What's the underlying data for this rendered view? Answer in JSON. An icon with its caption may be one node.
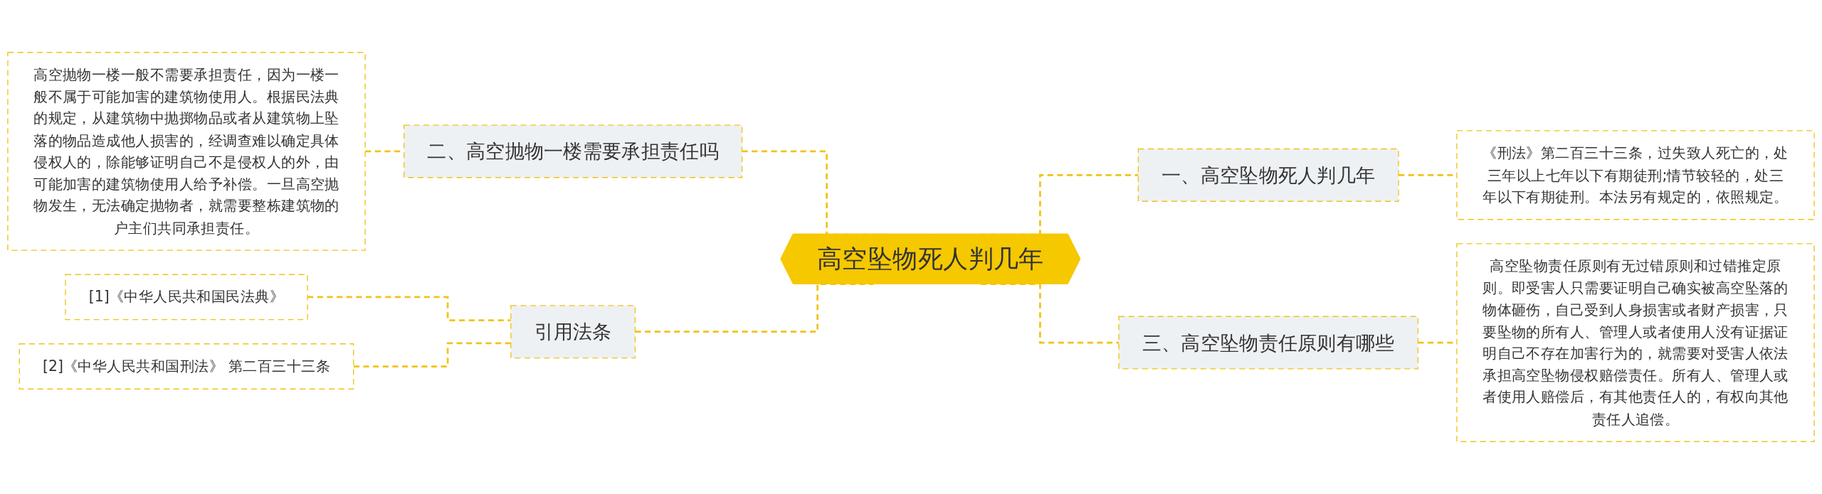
{
  "diagram": {
    "nodes": [
      {
        "text": [
          "高空坠物死人判几年"
        ]
      },
      {
        "text": [
          "二、高空抛物一楼需要承担责任吗"
        ]
      },
      {
        "text": [
          "高空抛物一楼一般不需要承担责任，因为一楼一般不属于可能加害的建筑物使用人。根据民法典的规定，从建筑物中抛掷物品或者从建筑物上坠落的物品造成他人损害的，经调查难以确定具体侵权人的，除能够证明自己不是侵权人的外，由可能加害的建筑物使用人给予补偿。一旦高空抛物发生，无法确定抛物者，就需要整栋建筑物的户主们共同承担责任。"
        ]
      },
      {
        "text": [
          "一、高空坠物死人判几年"
        ]
      },
      {
        "text": [
          "《刑法》第二百三十三条，过失致人死亡的，处三年以上七年以下有期徒刑;情节较轻的，处三年以下有期徒刑。本法另有规定的，依照规定。"
        ]
      },
      {
        "text": [
          "引用法条"
        ]
      },
      {
        "text": [
          "[1]《中华人民共和国民法典》"
        ]
      },
      {
        "text": [
          "[2]《中华人民共和国刑法》 第二百三十三条"
        ]
      },
      {
        "text": [
          "三、高空坠物责任原则有哪些"
        ]
      },
      {
        "text": [
          "高空坠物责任原则有无过错原则和过错推定原则。即受害人只需要证明自己确实被高空坠落的物体砸伤，自己受到人身损害或者财产损害，只要坠物的所有人、管理人或者使用人没有证据证明自己不存在加害行为的，就需要对受害人依法承担高空坠物侵权赔偿责任。所有人、管理人或者使用人赔偿后，有其他责任人的，有权向其他责任人追偿。"
        ]
      }
    ],
    "edges": [
      {
        "from": 0,
        "to": 1,
        "arrow": "none"
      },
      {
        "from": 1,
        "to": 2,
        "arrow": "none"
      },
      {
        "from": 0,
        "to": 3,
        "arrow": "none"
      },
      {
        "from": 3,
        "to": 4,
        "arrow": "none"
      },
      {
        "from": 0,
        "to": 5,
        "arrow": "none"
      },
      {
        "from": 5,
        "to": 6,
        "arrow": "none"
      },
      {
        "from": 5,
        "to": 7,
        "arrow": "none"
      },
      {
        "from": 0,
        "to": 8,
        "arrow": "none"
      },
      {
        "from": 8,
        "to": 9,
        "arrow": "none"
      }
    ]
  }
}
